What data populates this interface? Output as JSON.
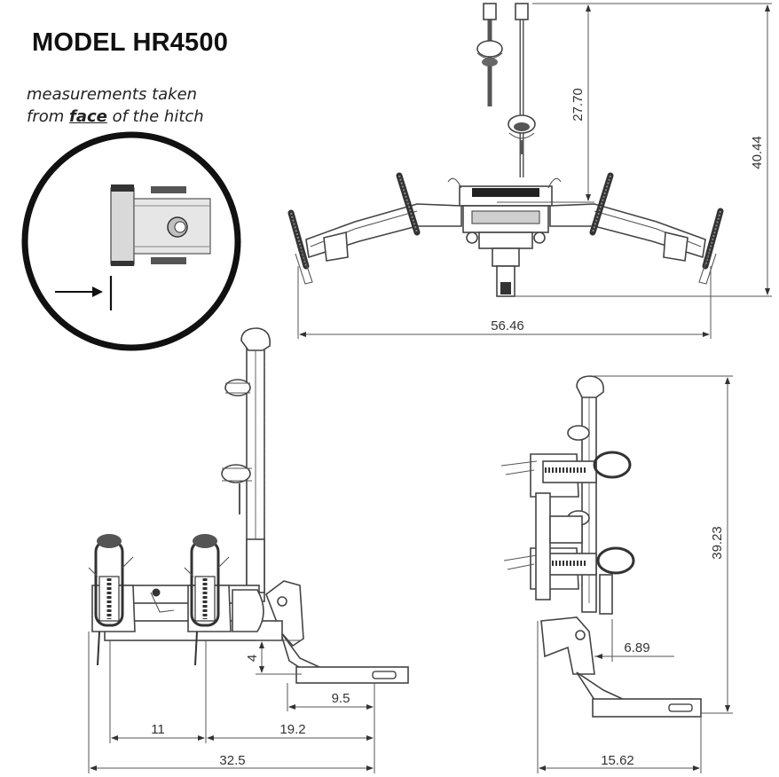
{
  "title": "MODEL HR4500",
  "note": {
    "line1": "measurements taken",
    "line2_prefix": "from ",
    "line2_emph": "face",
    "line2_suffix": " of the hitch"
  },
  "dimensions": {
    "top_height_upper": "27.70",
    "top_height_total": "40.44",
    "top_width": "56.46",
    "side_height": "39.23",
    "side_depth": "15.62",
    "side_offset": "6.89",
    "front_length_total": "32.5",
    "front_length_mid": "19.2",
    "front_spacing": "11",
    "front_tongue": "9.5",
    "front_drop": "4"
  },
  "colors": {
    "line": "#555555",
    "text": "#333333",
    "accent_dark": "#111111"
  }
}
